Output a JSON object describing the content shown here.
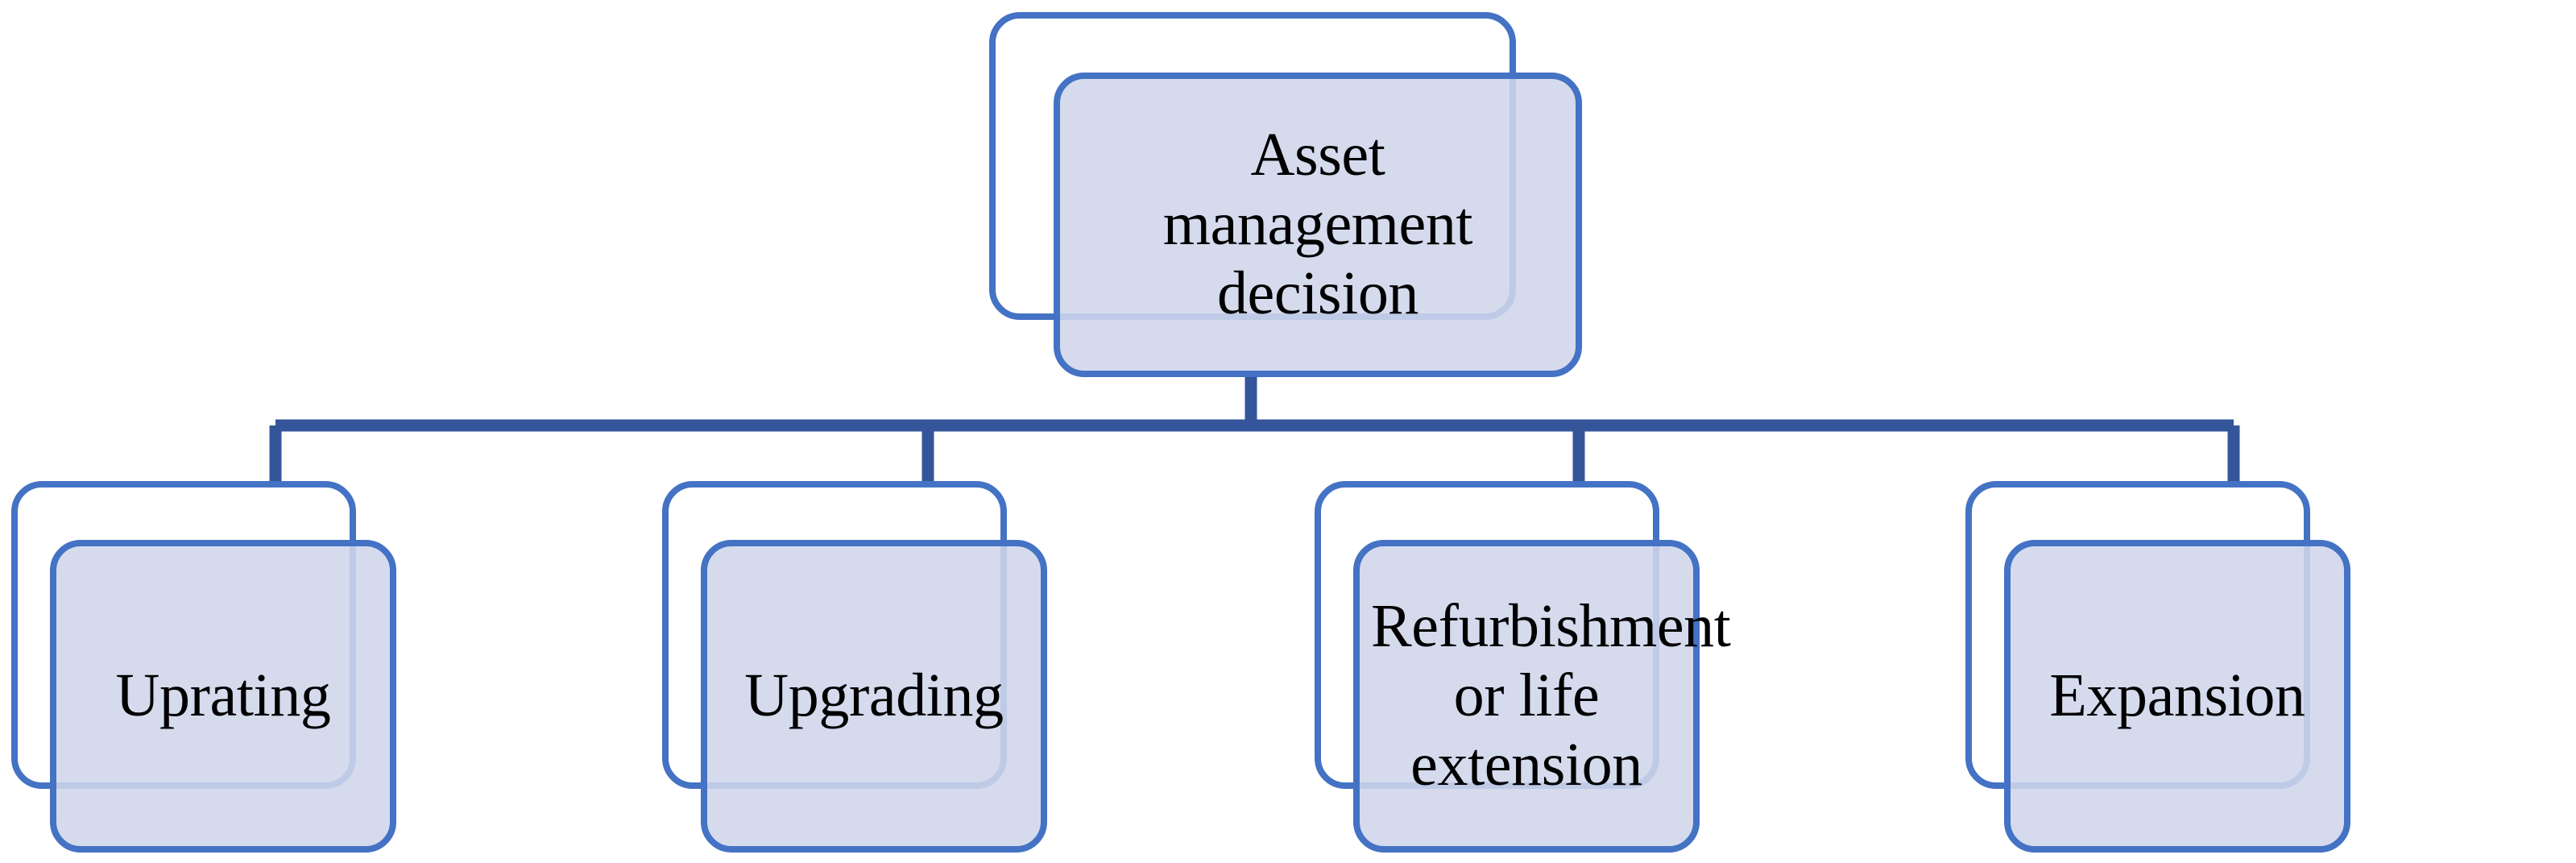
{
  "diagram": {
    "type": "hierarchy-tree",
    "title": "Asset management decision",
    "orientation": "top-down",
    "levels": 2,
    "node_count": 5,
    "colors": {
      "node_border": "#4472C4",
      "node_fill": "#CFD6EB",
      "node_back_fill": "#FFFFFF",
      "connector": "#35559B",
      "text": "#000000",
      "background": "#FFFFFF"
    },
    "root": {
      "id": "asset-management-decision",
      "label": "Asset\nmanagement\ndecision",
      "label_plain": "Asset management decision"
    },
    "children": [
      {
        "id": "uprating",
        "label": "Uprating",
        "label_plain": "Uprating"
      },
      {
        "id": "upgrading",
        "label": "Upgrading",
        "label_plain": "Upgrading"
      },
      {
        "id": "refurbishment-or-life-extension",
        "label": "Refurbishment\nor life\nextension",
        "label_plain": "Refurbishment or life extension"
      },
      {
        "id": "expansion",
        "label": "Expansion",
        "label_plain": "Expansion"
      }
    ],
    "edges": [
      {
        "from": "asset-management-decision",
        "to": "uprating"
      },
      {
        "from": "asset-management-decision",
        "to": "upgrading"
      },
      {
        "from": "asset-management-decision",
        "to": "refurbishment-or-life-extension"
      },
      {
        "from": "asset-management-decision",
        "to": "expansion"
      }
    ]
  }
}
